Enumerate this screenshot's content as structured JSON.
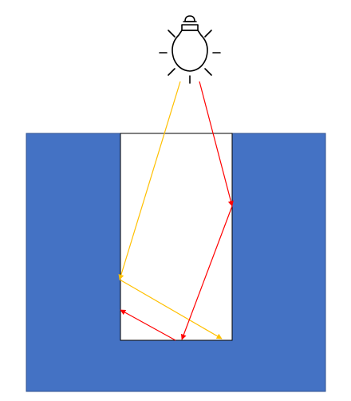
{
  "icons": {
    "light": "light-bulb-icon"
  },
  "colors": {
    "background": "#ffffff",
    "block_fill": "#4472c4",
    "block_stroke": "#2f528f",
    "slot_fill": "#ffffff",
    "slot_stroke": "#000000",
    "bulb_stroke": "#000000",
    "ray_yellow": "#ffc000",
    "ray_red": "#ff0000"
  },
  "rays": [
    {
      "name": "yellow-ray",
      "color_key": "ray_yellow",
      "reflections": 2
    },
    {
      "name": "red-ray",
      "color_key": "ray_red",
      "reflections": 3
    }
  ]
}
